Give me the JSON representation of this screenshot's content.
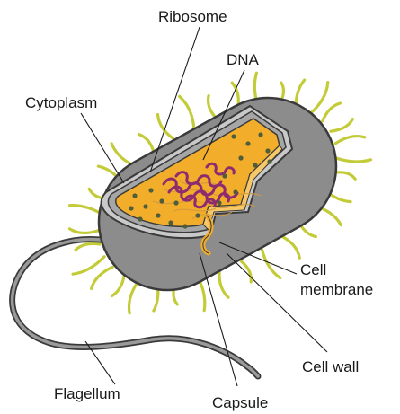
{
  "labels": {
    "ribosome": "Ribosome",
    "dna": "DNA",
    "cytoplasm": "Cytoplasm",
    "cell_membrane_line1": "Cell",
    "cell_membrane_line2": "membrane",
    "cell_wall": "Cell wall",
    "flagellum": "Flagellum",
    "capsule": "Capsule"
  },
  "colors": {
    "capsule_gray": "#8c8c8c",
    "capsule_outline": "#3a3a3a",
    "wall": "#c9c9c9",
    "membrane": "#a6a6a6",
    "cytoplasm": "#f2ad2b",
    "cut_face": "#f6c868",
    "dna": "#8e2b6e",
    "ribosome": "#4f5d3a",
    "pili": "#c3cc38"
  }
}
